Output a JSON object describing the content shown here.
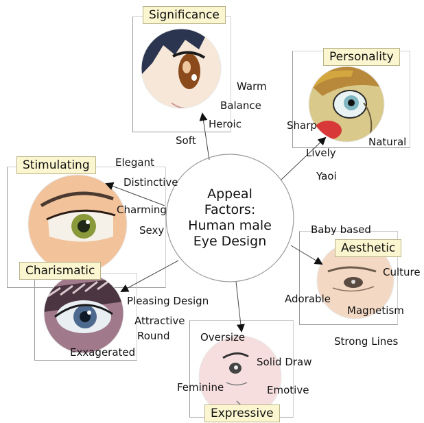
{
  "center": {
    "lines": [
      "Appeal",
      "Factors:",
      "Human male",
      "Eye Design"
    ]
  },
  "categories": {
    "significance": "Significance",
    "personality": "Personality",
    "stimulating": "Stimulating",
    "aesthetic": "Aesthetic",
    "charismatic": "Charismatic",
    "expressive": "Expressive"
  },
  "words": {
    "warm": "Warm",
    "balance": "Balance",
    "heroic": "Heroic",
    "soft": "Soft",
    "sharp": "Sharp",
    "natural": "Natural",
    "lively": "Lively",
    "yaoi": "Yaoi",
    "elegant": "Elegant",
    "distinctive": "Distinctive",
    "charming": "Charming",
    "sexy": "Sexy",
    "baby_based": "Baby based",
    "culture": "Culture",
    "adorable": "Adorable",
    "magnetism": "Magnetism",
    "strong_lines": "Strong Lines",
    "pleasing_design": "Pleasing Design",
    "attractive": "Attractive",
    "round": "Round",
    "exxagerated": "Exxagerated",
    "oversize": "Oversize",
    "solid_draw": "Solid Draw",
    "feminine": "Feminine",
    "emotive": "Emotive"
  }
}
